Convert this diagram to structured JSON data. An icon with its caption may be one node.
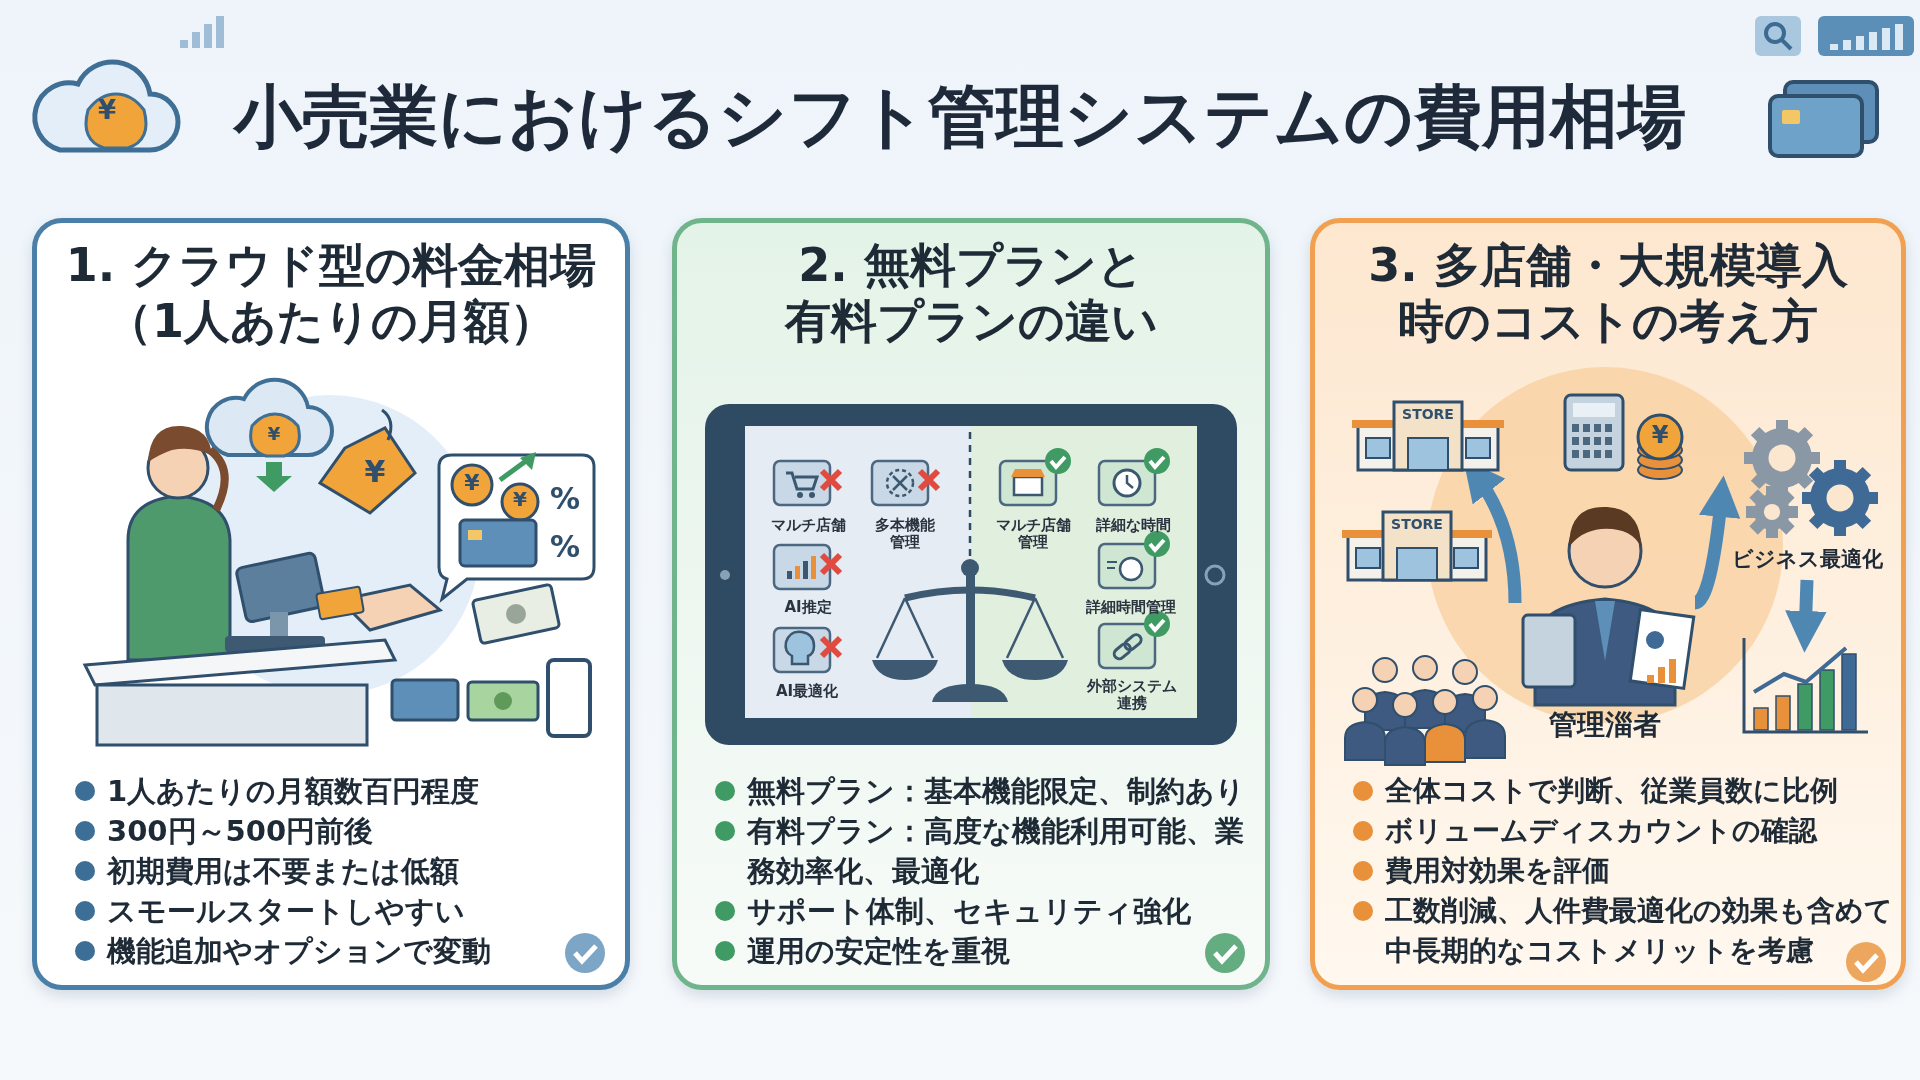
{
  "diagram": {
    "title": "小売業におけるシフト管理システムの費用相場",
    "nodes": [
      {
        "text": [
          "1. クラウド型の料金相場（1人あたりの月額）",
          "1人あたりの月額数百円程度",
          "300円～500円前後",
          "初期費用は不要または低額",
          "スモールスタートしやすい",
          "機能追加やオプションで変動"
        ]
      },
      {
        "text": [
          "2. 無料プランと有料プランの違い",
          "無料プラン：基本機能限定、制約あり",
          "有料プラン：高度な機能利用可能、業務効率化、最適化",
          "サポート体制、セキュリティ強化",
          "運用の安定性を重視"
        ]
      },
      {
        "text": [
          "3. 多店舗・大規模導入時のコストの考え方",
          "全体コストで判断、従業員数に比例",
          "ボリュームディスカウントの確認",
          "費用対効果を評価",
          "工数削減、人件費最適化の効果も含めて中長期的なコストメリットを考慮"
        ]
      },
      {
        "text": [
          "管理淄者"
        ],
        "in": 2
      },
      {
        "text": [
          "STORE"
        ],
        "in": 2
      },
      {
        "text": [
          "STORE"
        ],
        "in": 2
      },
      {
        "text": [
          "ビジネス最適化"
        ],
        "in": 2
      },
      {
        "text": [],
        "shape": "picture",
        "in": 2
      }
    ],
    "edges": [
      {
        "from": 3,
        "to": 4,
        "arrow": "to"
      },
      {
        "from": 3,
        "to": 6,
        "arrow": "to"
      },
      {
        "from": 6,
        "to": 7,
        "arrow": "to"
      }
    ],
    "labels": [
      "¥",
      "¥",
      "¥",
      "¥",
      "¥",
      "%",
      "%",
      "マルチ店舗",
      "多本機能管理",
      "マルチ店舗管理",
      "詳細な時間",
      "AI推定",
      "詳細時間管理",
      "AI最適化",
      "外部システム連携",
      "¥"
    ]
  }
}
